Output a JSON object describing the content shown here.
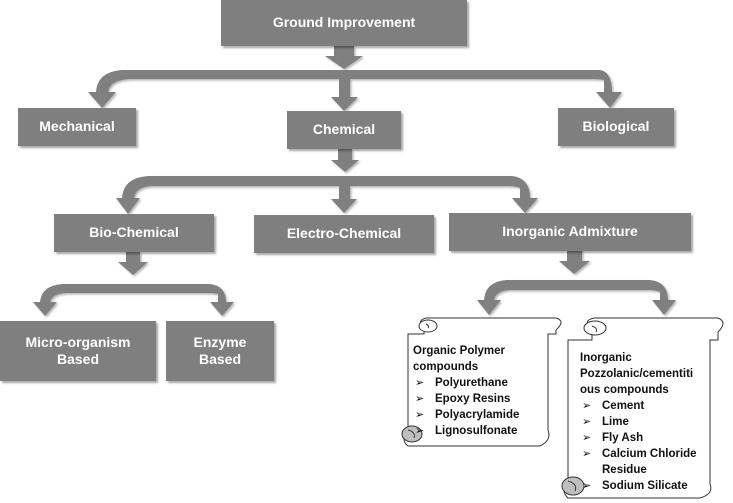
{
  "root": {
    "label": "Ground Improvement"
  },
  "level1": {
    "mechanical": "Mechanical",
    "chemical": "Chemical",
    "biological": "Biological"
  },
  "level2": {
    "bio_chemical": "Bio-Chemical",
    "electro_chemical": "Electro-Chemical",
    "inorganic_admixture": "Inorganic Admixture"
  },
  "level3": {
    "micro_organism_line1": "Micro-organism",
    "micro_organism_line2": "Based",
    "enzyme_line1": "Enzyme",
    "enzyme_line2": "Based"
  },
  "scroll_organic": {
    "title_line1": "Organic Polymer",
    "title_line2": "compounds",
    "items": [
      "Polyurethane",
      "Epoxy Resins",
      "Polyacrylamide",
      "Lignosulfonate"
    ]
  },
  "scroll_inorganic": {
    "title_line1": "Inorganic",
    "title_line2": "Pozzolanic/cementiti",
    "title_line3": "ous compounds",
    "items": [
      "Cement",
      "Lime",
      "Fly Ash",
      "Calcium Chloride",
      "Residue",
      "Sodium Silicate"
    ]
  },
  "bullet_glyph": "➢",
  "colors": {
    "box_fill": "#7f7f7f",
    "arrow_fill": "#808080",
    "text_on_box": "#ffffff",
    "scroll_edge": "#333333",
    "scroll_curl": "#bfbfbf"
  }
}
